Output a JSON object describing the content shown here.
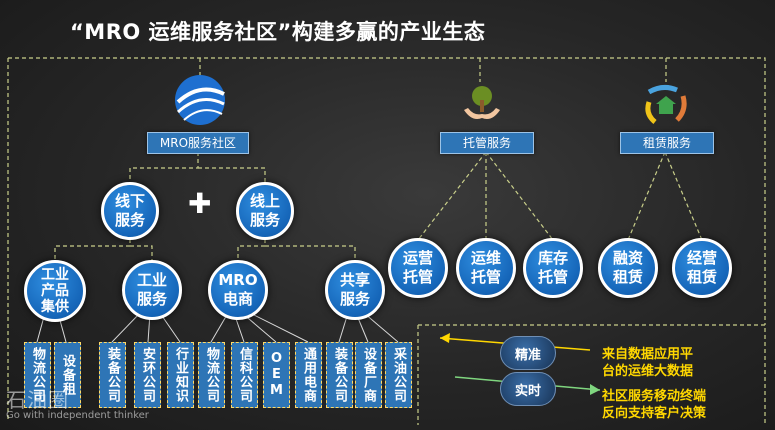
{
  "title": "“MRO 运维服务社区”构建多赢的产业生态",
  "top_categories": {
    "community": "MRO服务社区",
    "hosting": "托管服务",
    "leasing": "租赁服务"
  },
  "community_level2": {
    "offline": "线下\n服务",
    "online": "线上\n服务"
  },
  "community_level3": {
    "procurement": "工业\n产品\n集供",
    "industrial": "工业\n服务",
    "ecommerce": "MRO\n电商",
    "sharing": "共享\n服务"
  },
  "hosting_items": [
    "运营\n托管",
    "运维\n托管",
    "库存\n托管"
  ],
  "leasing_items": [
    "融资\n租赁",
    "经营\n租赁"
  ],
  "leaf_boxes": [
    "物流公司",
    "设备租",
    "装备公司",
    "安环公司",
    "行业知识",
    "物流公司",
    "信科公司",
    "OEM",
    "通用电商",
    "装备公司",
    "设备厂商",
    "采油公司"
  ],
  "data_panel": {
    "precise": "精准",
    "realtime": "实时",
    "text1": "来自数据应用平\n台的运维大数据",
    "text2": "社区服务移动终端\n反向支持客户决策"
  },
  "watermark": {
    "brand": "石油圈",
    "tagline": "Go with independent thinker"
  },
  "colors": {
    "node_blue": "#1565b8",
    "label_blue": "#2e75b6",
    "highlight_yellow": "#ffd700",
    "dash_line": "#c9cf8a"
  }
}
